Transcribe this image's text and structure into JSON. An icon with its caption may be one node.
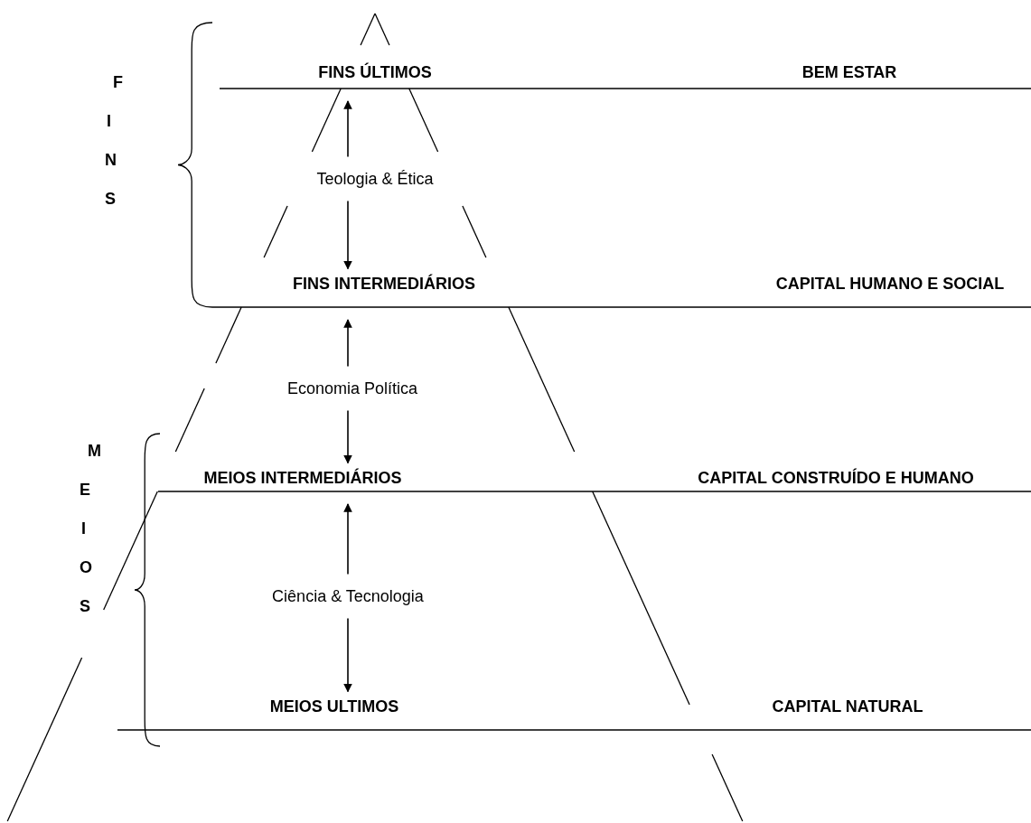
{
  "diagram": {
    "nodes": [
      {
        "text": [
          "FINS ÚLTIMOS"
        ]
      },
      {
        "text": [
          "Teologia & Ética"
        ]
      },
      {
        "text": [
          "FINS INTERMEDIÁRIOS"
        ]
      },
      {
        "text": [
          "Economia Política"
        ]
      },
      {
        "text": [
          "MEIOS INTERMEDIÁRIOS"
        ]
      },
      {
        "text": [
          "Ciência & Tecnologia"
        ]
      },
      {
        "text": [
          "MEIOS ULTIMOS"
        ]
      }
    ],
    "edges": [
      {
        "from": 1,
        "to": 0,
        "arrow": "to"
      },
      {
        "from": 1,
        "to": 2,
        "arrow": "to"
      },
      {
        "from": 3,
        "to": 2,
        "arrow": "to"
      },
      {
        "from": 3,
        "to": 4,
        "arrow": "to"
      },
      {
        "from": 5,
        "to": 4,
        "arrow": "to"
      },
      {
        "from": 5,
        "to": 6,
        "arrow": "to"
      }
    ],
    "labels": [
      "FINS",
      "BEM ESTAR",
      "CAPITAL HUMANO E SOCIAL",
      "MEIOS",
      "CAPITAL CONSTRUÍDO E HUMANO",
      "CAPITAL NATURAL"
    ]
  }
}
